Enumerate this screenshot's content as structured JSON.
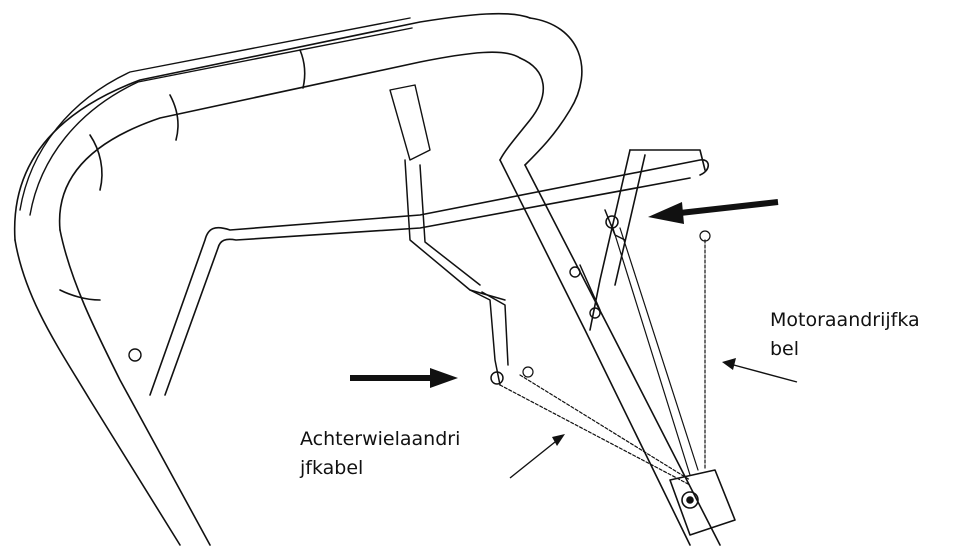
{
  "labels": {
    "motor": {
      "line1": "Motoraandrijfka",
      "line2": "bel"
    },
    "achter": {
      "line1": "Achterwielaandri",
      "line2": "jfkabel"
    }
  },
  "colors": {
    "ink": "#111111",
    "background": "#ffffff"
  }
}
